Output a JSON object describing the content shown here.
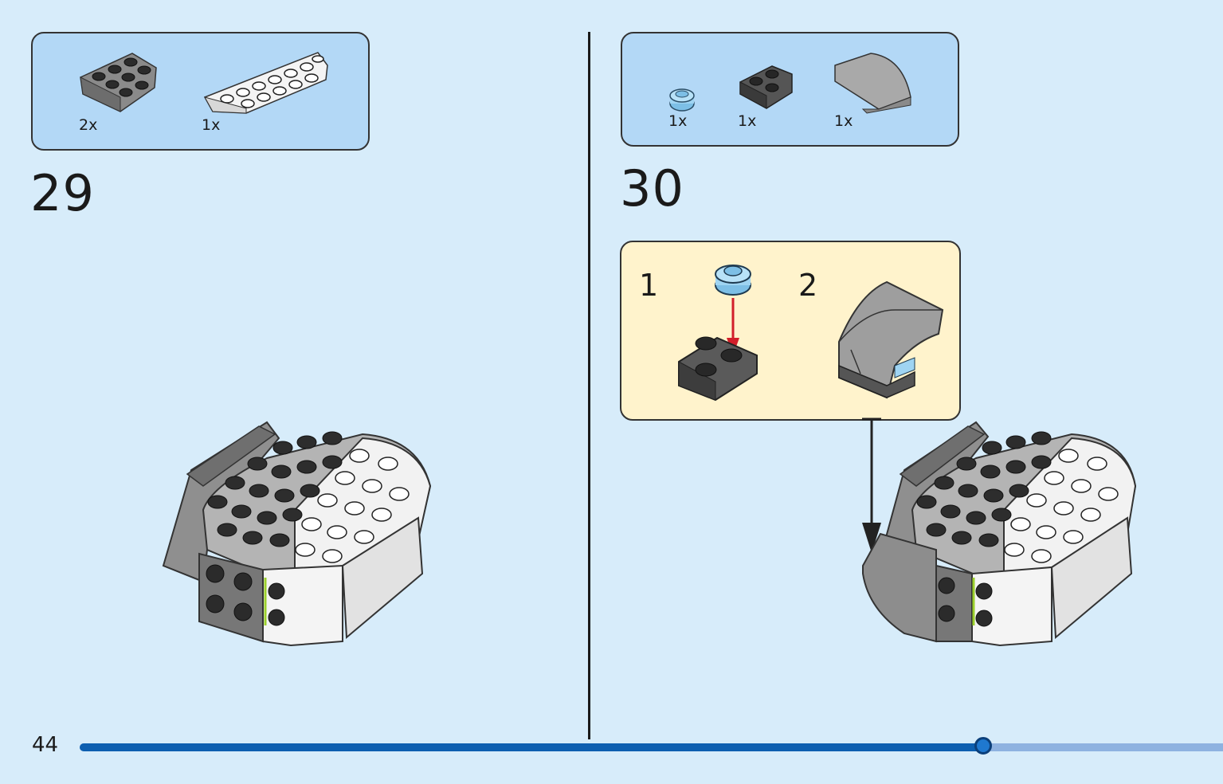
{
  "page_number": "44",
  "progress": 0.79,
  "steps": [
    {
      "number": "29",
      "parts": [
        {
          "qty": "2x",
          "icon": "dark-gray-round-plate-icon"
        },
        {
          "qty": "1x",
          "icon": "white-round-plate-icon"
        }
      ]
    },
    {
      "number": "30",
      "parts": [
        {
          "qty": "1x",
          "icon": "blue-round-stud-icon"
        },
        {
          "qty": "1x",
          "icon": "black-wedge-plate-icon"
        },
        {
          "qty": "1x",
          "icon": "gray-curved-slope-icon"
        }
      ],
      "substeps": [
        {
          "number": "1"
        },
        {
          "number": "2"
        }
      ]
    }
  ]
}
